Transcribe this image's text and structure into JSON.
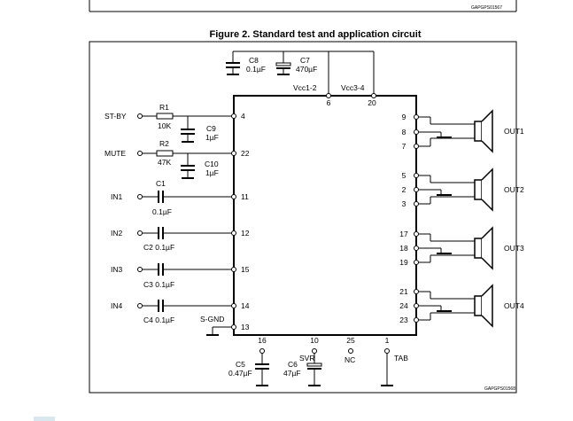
{
  "page_top": {
    "code": "GAPGPS01567"
  },
  "figure": {
    "title": "Figure 2. Standard test and application circuit",
    "code": "GAPGPS01568"
  },
  "ic": {
    "pin_numbers": {
      "p4": "4",
      "p22": "22",
      "p11": "11",
      "p12": "12",
      "p15": "15",
      "p14": "14",
      "p13": "13",
      "p6": "6",
      "p20": "20",
      "p9": "9",
      "p8": "8",
      "p7": "7",
      "p5": "5",
      "p2": "2",
      "p3": "3",
      "p17": "17",
      "p18": "18",
      "p19": "19",
      "p21": "21",
      "p24": "24",
      "p23": "23",
      "p16": "16",
      "p10": "10",
      "p25": "25",
      "p1": "1"
    },
    "pin_labels": {
      "vcc12": "Vcc1-2",
      "vcc34": "Vcc3-4",
      "sgnd": "S-GND",
      "svr": "SVR",
      "nc": "NC",
      "tab": "TAB"
    }
  },
  "inputs": {
    "stby": "ST-BY",
    "mute": "MUTE",
    "in1": "IN1",
    "in2": "IN2",
    "in3": "IN3",
    "in4": "IN4"
  },
  "outputs": {
    "out1": "OUT1",
    "out2": "OUT2",
    "out3": "OUT3",
    "out4": "OUT4"
  },
  "components": {
    "r1": {
      "name": "R1",
      "value": "10K"
    },
    "r2": {
      "name": "R2",
      "value": "47K"
    },
    "c9": {
      "name": "C9",
      "value": "1µF"
    },
    "c10": {
      "name": "C10",
      "value": "1µF"
    },
    "c1": {
      "name": "C1",
      "value": "0.1µF"
    },
    "c2": {
      "label": "C2 0.1µF"
    },
    "c3": {
      "label": "C3 0.1µF"
    },
    "c4": {
      "label": "C4 0.1µF"
    },
    "c8": {
      "name": "C8",
      "value": "0.1µF"
    },
    "c7": {
      "name": "C7",
      "value": "470µF"
    },
    "c5": {
      "name": "C5",
      "value": "0.47µF"
    },
    "c6": {
      "name": "C6",
      "value": "47µF"
    }
  }
}
